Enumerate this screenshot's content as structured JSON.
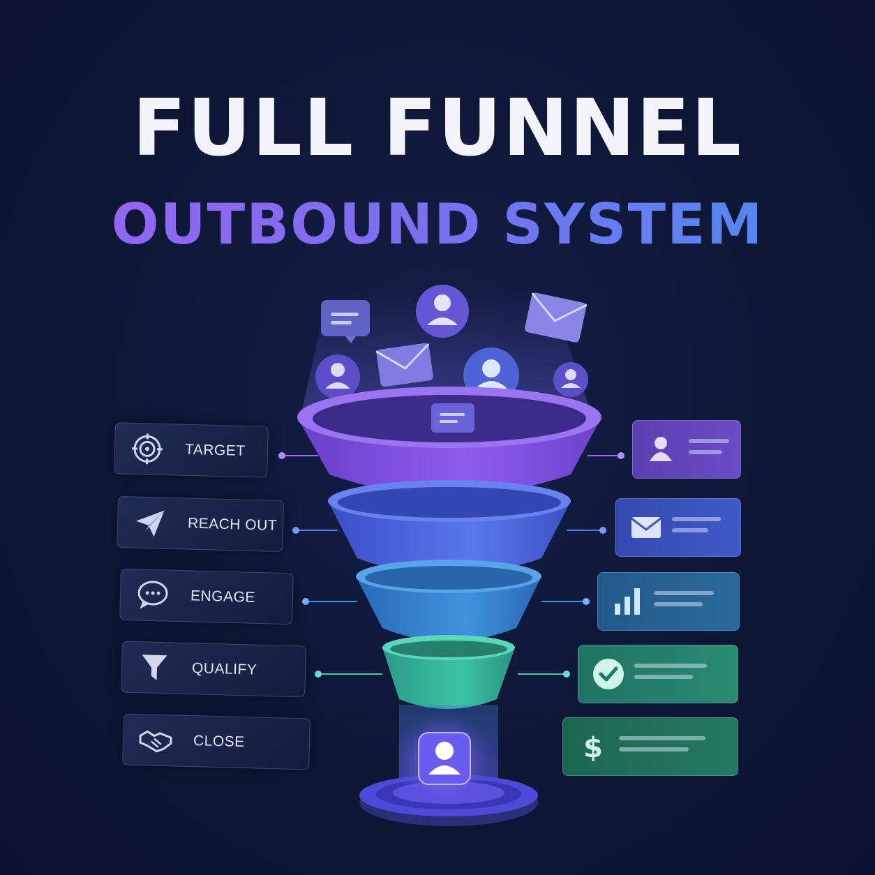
{
  "title": {
    "line1": "FULL FUNNEL",
    "line2": "OUTBOUND SYSTEM"
  },
  "stages": [
    {
      "label": "TARGET",
      "icon": "target-icon"
    },
    {
      "label": "REACH OUT",
      "icon": "paper-plane-icon"
    },
    {
      "label": "ENGAGE",
      "icon": "chat-bubble-icon"
    },
    {
      "label": "QUALIFY",
      "icon": "filter-icon"
    },
    {
      "label": "CLOSE",
      "icon": "handshake-icon"
    }
  ],
  "outcomes": [
    {
      "icon": "user-profile-icon",
      "color": "#7a55d8"
    },
    {
      "icon": "envelope-icon",
      "color": "#4d63d6"
    },
    {
      "icon": "bar-chart-icon",
      "color": "#2f7fb8"
    },
    {
      "icon": "check-circle-icon",
      "color": "#2c9a86"
    },
    {
      "icon": "dollar-icon",
      "color": "#2f9476"
    }
  ],
  "colors": {
    "background": "#0f1838",
    "tier1": "#8a5ae8",
    "tier2": "#4e68e2",
    "tier3": "#3a8ad6",
    "tier4": "#34b59a",
    "accent_purple": "#9a63f0",
    "accent_blue": "#4a8df0"
  }
}
